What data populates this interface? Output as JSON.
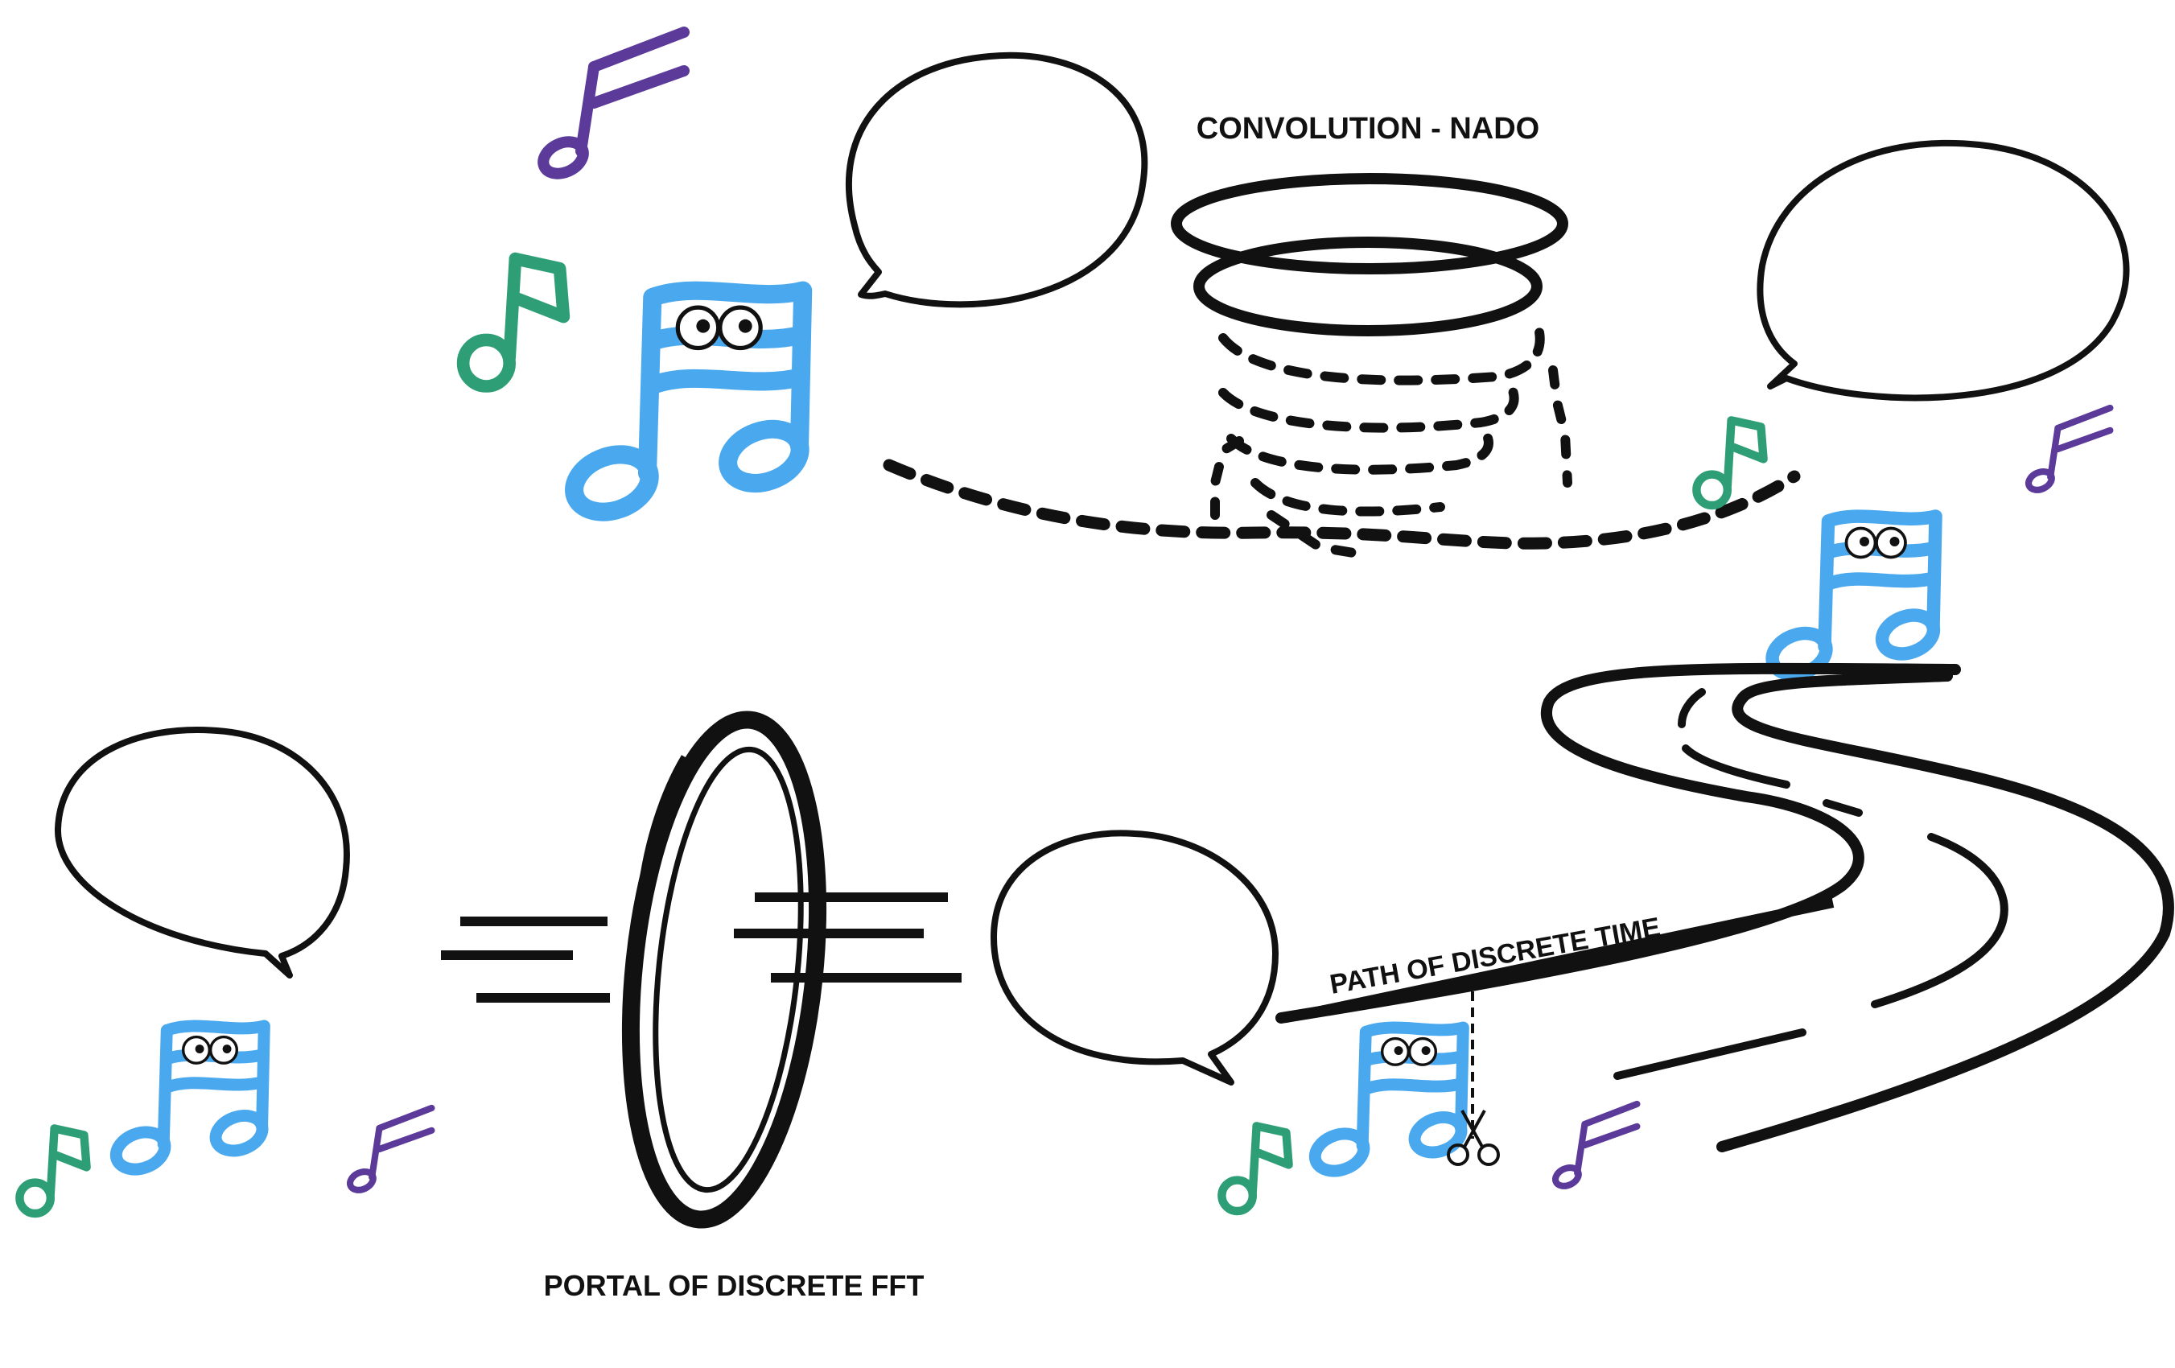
{
  "labels": {
    "convolution": "CONVOLUTION - NADO",
    "portal": "PORTAL OF DISCRETE FFT",
    "path": "PATH OF DISCRETE TIME"
  },
  "colors": {
    "ink": "#111111",
    "blue_note": "#4aa8ee",
    "green_note": "#2e9e77",
    "purple_note": "#5b3a9a"
  },
  "icons": [
    "speech-bubble",
    "music-note",
    "eighth-note",
    "beamed-notes-with-eyes",
    "tornado",
    "portal-ring",
    "speed-lines",
    "road",
    "scissors"
  ]
}
